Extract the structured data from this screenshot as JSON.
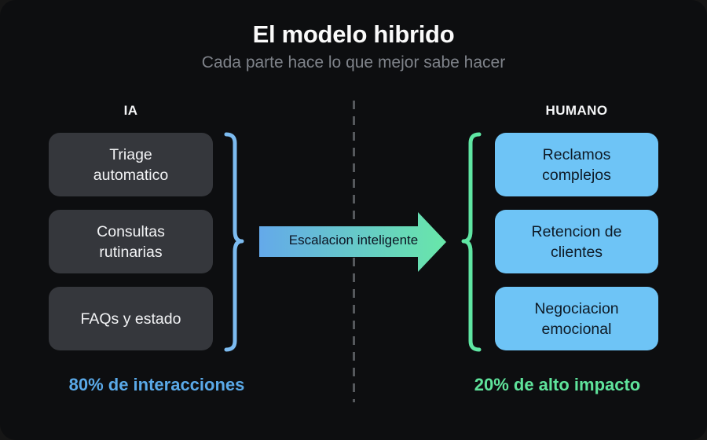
{
  "header": {
    "title": "El modelo hibrido",
    "subtitle": "Cada parte hace lo que mejor sabe hacer"
  },
  "left_column": {
    "label": "IA",
    "items": [
      "Triage automatico",
      "Consultas rutinarias",
      "FAQs y estado"
    ],
    "stat": "80% de interacciones"
  },
  "right_column": {
    "label": "HUMANO",
    "items": [
      "Reclamos complejos",
      "Retencion de clientes",
      "Negociacion emocional"
    ],
    "stat": "20% de alto impacto"
  },
  "arrow": {
    "label": "Escalacion inteligente"
  },
  "colors": {
    "page_bg": "#161616",
    "card_bg": "#0d0e10",
    "title_text": "#fafafa",
    "subtitle_text": "#7f838a",
    "column_label_text": "#f5f6f7",
    "ai_box_bg": "#35373c",
    "ai_box_text": "#f2f3f5",
    "human_box_bg": "#6ec4f6",
    "human_box_text": "#0e1a26",
    "ai_accent": "#7cbbf0",
    "ai_stat_text": "#5aa9e8",
    "human_accent": "#5fe6a3",
    "human_stat_text": "#5fe39b",
    "arrow_gradient_start": "#64a9ea",
    "arrow_gradient_end": "#68e7a9",
    "arrow_text": "#0b1322",
    "divider": "#55585c"
  }
}
